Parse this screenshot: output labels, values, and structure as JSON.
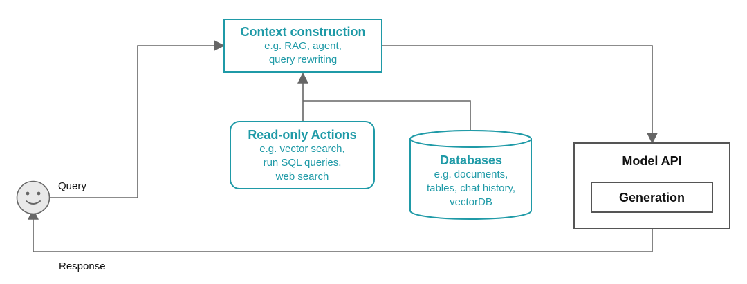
{
  "diagram": {
    "nodes": {
      "context": {
        "title": "Context construction",
        "lines": [
          "e.g. RAG, agent,",
          "query rewriting"
        ]
      },
      "actions": {
        "title": "Read-only Actions",
        "lines": [
          "e.g. vector search,",
          "run SQL queries,",
          "web search"
        ]
      },
      "databases": {
        "title": "Databases",
        "lines": [
          "e.g. documents,",
          "tables, chat history,",
          "vectorDB"
        ]
      },
      "model_api": {
        "title": "Model API",
        "inner": "Generation"
      }
    },
    "labels": {
      "query": "Query",
      "response": "Response"
    },
    "icons": {
      "user": "smiley-face-icon"
    },
    "colors": {
      "accent": "#1f9aa7",
      "line": "#666666",
      "dark_border": "#555555",
      "face_fill": "#e9e9e9"
    }
  }
}
